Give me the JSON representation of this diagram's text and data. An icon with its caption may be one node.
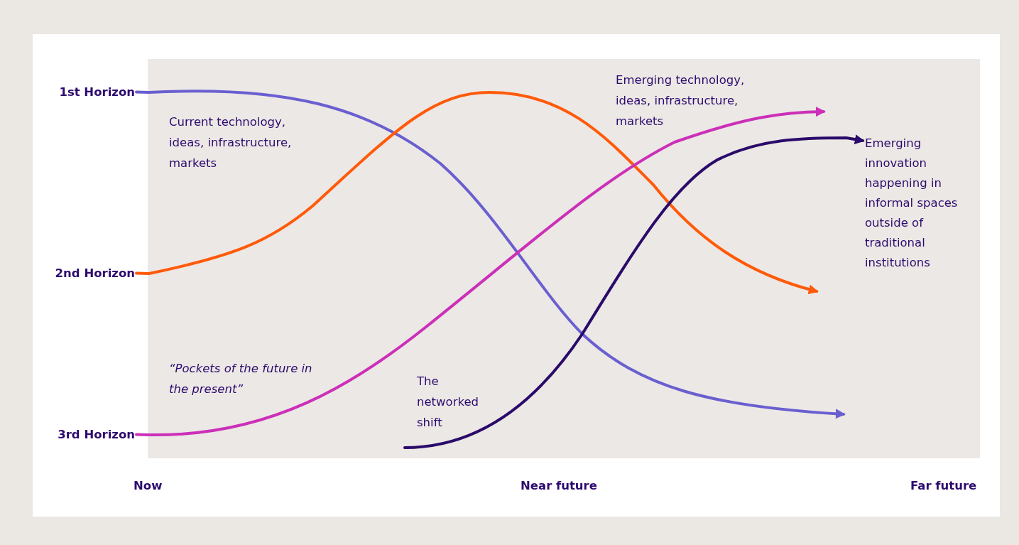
{
  "diagram": {
    "nodes": [
      {
        "text": [
          "1st Horizon"
        ]
      },
      {
        "text": [
          "2nd Horizon"
        ]
      },
      {
        "text": [
          "3rd Horizon"
        ]
      },
      {
        "text": [
          "Emerging innovation happening in informal spaces outside of traditional institutions"
        ]
      }
    ],
    "edges": [
      {
        "from": 0,
        "to": null,
        "arrow": "to",
        "color": "#6a5fd0"
      },
      {
        "from": 1,
        "to": null,
        "arrow": "to",
        "color": "#ff5a0a"
      },
      {
        "from": 2,
        "to": null,
        "arrow": "to",
        "color": "#cc2fb8"
      },
      {
        "from": null,
        "to": 3,
        "arrow": "to",
        "color": "#2a0a6a"
      }
    ],
    "labels": [
      "Current technology, ideas, infrastructure, markets",
      "Emerging technology, ideas, infrastructure, markets",
      "“Pockets of the future in the present”",
      "The networked shift",
      "Now",
      "Near future",
      "Far future"
    ]
  }
}
